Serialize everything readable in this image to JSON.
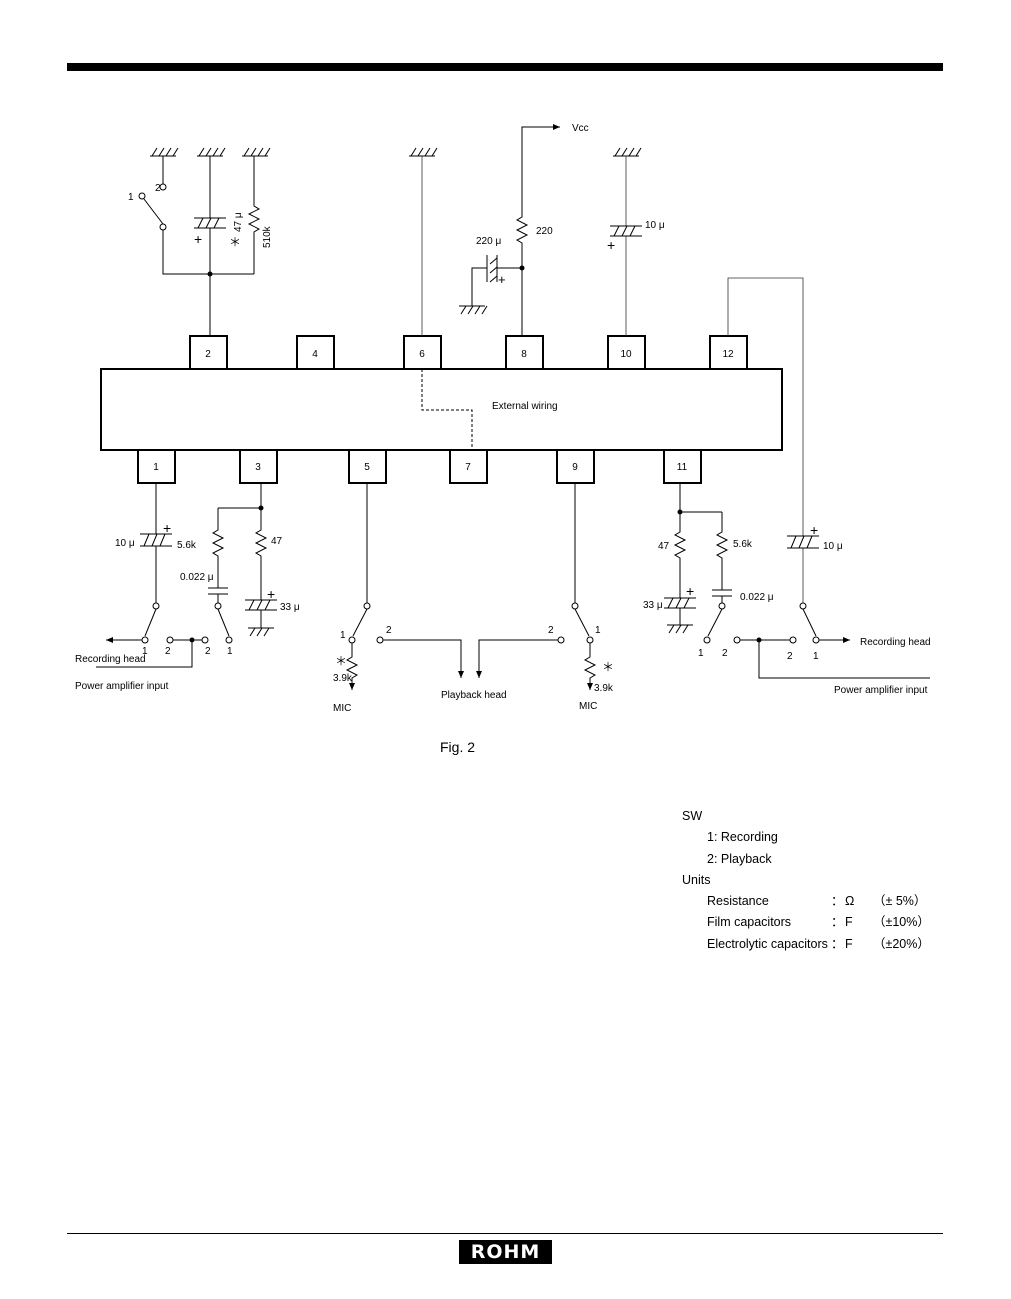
{
  "figure": {
    "caption": "Fig. 2",
    "ic_label": "External wiring",
    "top_pins": [
      "2",
      "4",
      "6",
      "8",
      "10",
      "12"
    ],
    "bottom_pins": [
      "1",
      "3",
      "5",
      "7",
      "9",
      "11"
    ],
    "labels": {
      "vcc": "Vcc",
      "cap_47u": "47 μ",
      "res_510k": "510k",
      "cap_220u": "220 μ",
      "res_220": "220",
      "cap_10u_pin10": "10 μ",
      "cap_10u_pin1": "10 μ",
      "res_5_6k_pin1": "5.6k",
      "res_47_pin3": "47",
      "cap_0_022_pin3": "0.022 μ",
      "cap_33u_pin3": "33 μ",
      "res_47_pin11": "47",
      "res_5_6k_pin11": "5.6k",
      "cap_33u_pin11": "33 μ",
      "cap_0_022_pin11": "0.022 μ",
      "cap_10u_pin12": "10 μ",
      "res_3_9k_left": "3.9k",
      "res_3_9k_right": "3.9k",
      "mic_left": "MIC",
      "mic_right": "MIC",
      "recording_head_left": "Recording head",
      "recording_head_right": "Recording head",
      "power_amp_left": "Power amplifier input",
      "power_amp_right": "Power amplifier input",
      "playback_head": "Playback head",
      "asterisk": "＊",
      "plus": "+",
      "sw_pos_1": "1",
      "sw_pos_2": "2"
    }
  },
  "legend": {
    "sw_title": "SW",
    "sw_items": [
      "1: Recording",
      "2: Playback"
    ],
    "units_title": "Units",
    "units": [
      {
        "label": "Resistance",
        "sep": "：",
        "unit": "Ω",
        "tol": "（± 5%）"
      },
      {
        "label": "Film capacitors",
        "sep": "：",
        "unit": "F",
        "tol": "（±10%）"
      },
      {
        "label": "Electrolytic capacitors",
        "sep": "：",
        "unit": "F",
        "tol": "（±20%）"
      }
    ]
  },
  "footer": {
    "logo_text": "ROHM"
  }
}
